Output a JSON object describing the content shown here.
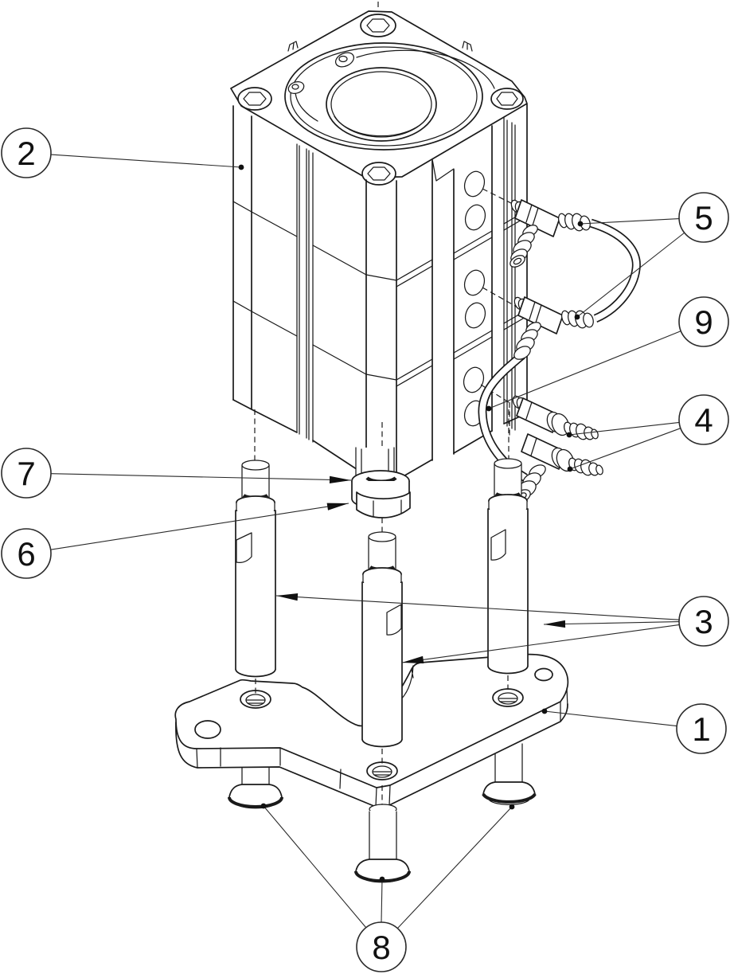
{
  "diagram": {
    "background_color": "#ffffff",
    "line_color": "#1a1a1a",
    "callouts": [
      {
        "label": "1"
      },
      {
        "label": "2"
      },
      {
        "label": "3"
      },
      {
        "label": "4"
      },
      {
        "label": "5"
      },
      {
        "label": "6"
      },
      {
        "label": "7"
      },
      {
        "label": "8"
      },
      {
        "label": "9"
      }
    ]
  }
}
